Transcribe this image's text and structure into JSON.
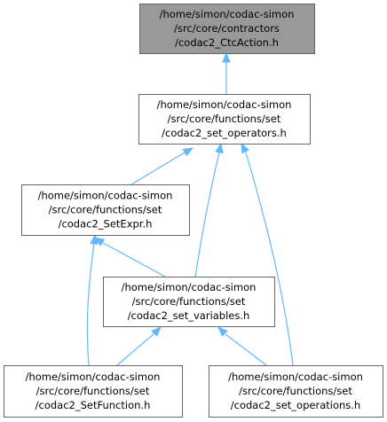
{
  "diagram": {
    "type": "include-dependency-graph",
    "colors": {
      "highlight_fill": "#999999",
      "node_fill": "#ffffff",
      "node_border": "#666666",
      "edge": "#63b8ff",
      "text": "#000000"
    },
    "nodes": [
      {
        "id": "ctcaction",
        "highlighted": true,
        "lines": [
          "/home/simon/codac-simon",
          "/src/core/contractors",
          "/codac2_CtcAction.h"
        ]
      },
      {
        "id": "set_operators",
        "highlighted": false,
        "lines": [
          "/home/simon/codac-simon",
          "/src/core/functions/set",
          "/codac2_set_operators.h"
        ]
      },
      {
        "id": "setexpr",
        "highlighted": false,
        "lines": [
          "/home/simon/codac-simon",
          "/src/core/functions/set",
          "/codac2_SetExpr.h"
        ]
      },
      {
        "id": "set_variables",
        "highlighted": false,
        "lines": [
          "/home/simon/codac-simon",
          "/src/core/functions/set",
          "/codac2_set_variables.h"
        ]
      },
      {
        "id": "setfunction",
        "highlighted": false,
        "lines": [
          "/home/simon/codac-simon",
          "/src/core/functions/set",
          "/codac2_SetFunction.h"
        ]
      },
      {
        "id": "set_operations",
        "highlighted": false,
        "lines": [
          "/home/simon/codac-simon",
          "/src/core/functions/set",
          "/codac2_set_operations.h"
        ]
      }
    ],
    "edges": [
      {
        "from": "set_operators",
        "to": "ctcaction"
      },
      {
        "from": "setexpr",
        "to": "set_operators"
      },
      {
        "from": "set_variables",
        "to": "set_operators"
      },
      {
        "from": "set_operations",
        "to": "set_operators"
      },
      {
        "from": "set_variables",
        "to": "setexpr"
      },
      {
        "from": "setfunction",
        "to": "setexpr"
      },
      {
        "from": "setfunction",
        "to": "set_variables"
      },
      {
        "from": "set_operations",
        "to": "set_variables"
      }
    ]
  }
}
